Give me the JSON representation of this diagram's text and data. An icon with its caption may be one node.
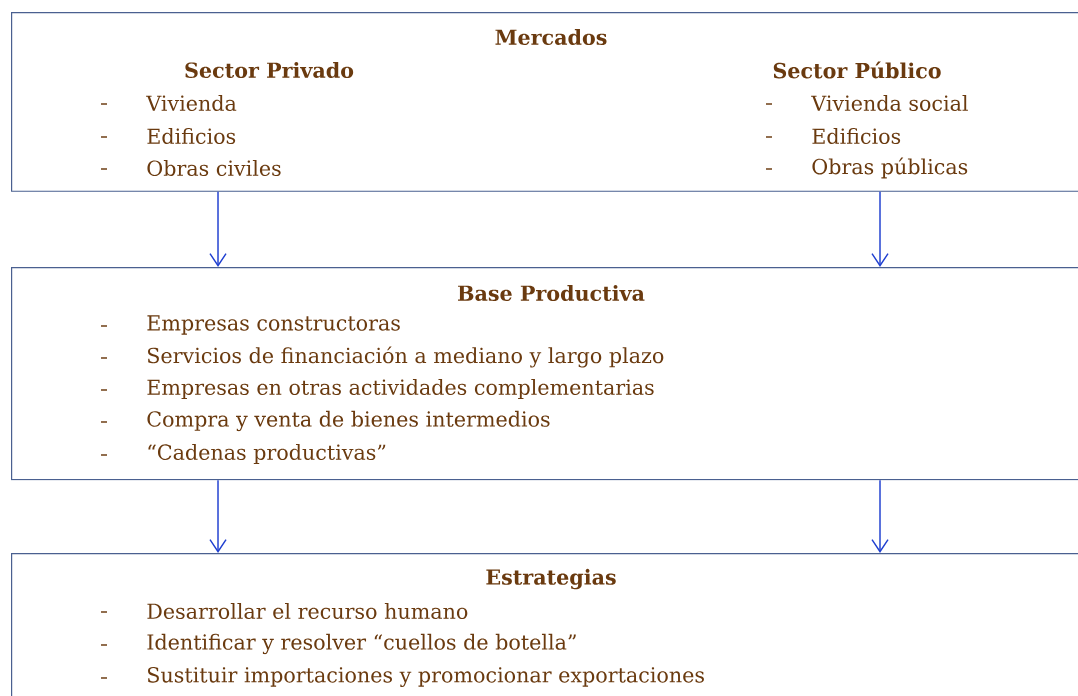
{
  "diagram": {
    "nodes": [
      {
        "text": [
          "Mercados",
          "Sector Privado",
          "Vivienda",
          "Edificios",
          "Obras civiles",
          "Sector Público",
          "Vivienda social",
          "Edificios",
          "Obras públicas"
        ]
      },
      {
        "text": [
          "Base Productiva",
          "Empresas constructoras",
          "Servicios de financiación a mediano y largo plazo",
          "Empresas en otras actividades complementarias",
          "Compra y venta de bienes intermedios",
          "“Cadenas productivas”"
        ]
      },
      {
        "text": [
          "Estrategias",
          "Desarrollar el recurso humano",
          "Identificar y resolver “cuellos de botella”",
          "Sustituir importaciones y promocionar exportaciones"
        ]
      }
    ],
    "edges": [
      {
        "from": 0,
        "to": 1,
        "arrow": "to"
      },
      {
        "from": 0,
        "to": 1,
        "arrow": "to"
      },
      {
        "from": 1,
        "to": 2,
        "arrow": "to"
      },
      {
        "from": 1,
        "to": 2,
        "arrow": "to"
      }
    ]
  }
}
